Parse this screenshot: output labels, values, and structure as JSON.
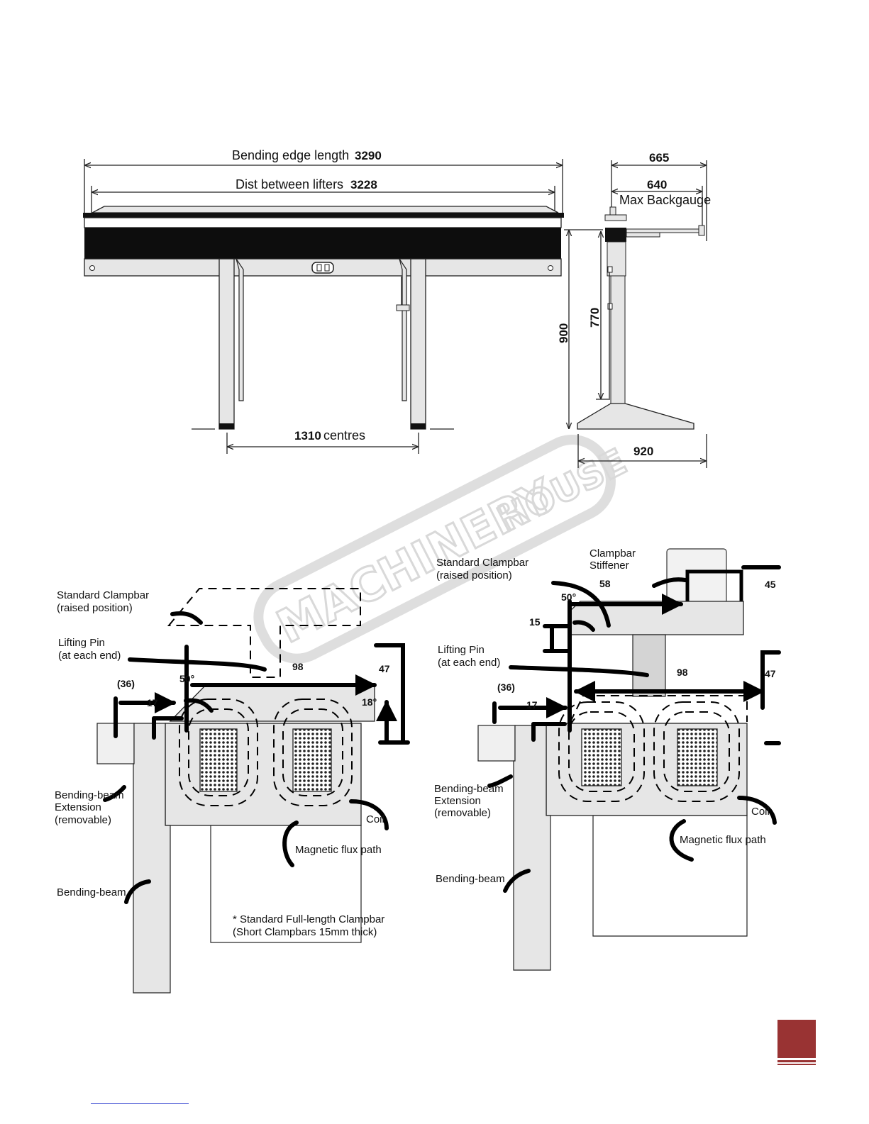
{
  "watermark": {
    "brand_a": "MACHINERY",
    "brand_b": "HOUSE"
  },
  "front_view": {
    "bending_edge_label": "Bending edge length",
    "bending_edge_value": "3290",
    "dist_lifters_label": "Dist between lifters",
    "dist_lifters_value": "3228",
    "centres_value": "1310",
    "centres_label": "centres"
  },
  "side_view": {
    "dim_665": "665",
    "dim_640": "640",
    "max_backgauge": "Max Backgauge",
    "dim_900": "900",
    "dim_770": "770",
    "dim_920": "920"
  },
  "left_section": {
    "standard_clampbar": "Standard Clampbar",
    "raised_position": "(raised position)",
    "lifting_pin": "Lifting Pin",
    "at_each_end": "(at each end)",
    "dim_98": "98",
    "dim_47": "47",
    "dim_36": "(36)",
    "dim_50": "50°",
    "dim_17": "17",
    "dim_18": "18°",
    "beam_ext_1": "Bending-beam",
    "beam_ext_2": "Extension",
    "beam_ext_3": "(removable)",
    "coil": "Coil",
    "flux_path": "Magnetic flux path",
    "bending_beam": "Bending-beam",
    "note_1": "* Standard Full-length Clampbar",
    "note_2": "(Short Clampbars 15mm thick)"
  },
  "right_section": {
    "clampbar_stiffener_1": "Clampbar",
    "clampbar_stiffener_2": "Stiffener",
    "standard_clampbar": "Standard Clampbar",
    "raised_position": "(raised position)",
    "dim_58": "58",
    "dim_45": "45",
    "dim_50": "50°",
    "dim_15": "15",
    "lifting_pin": "Lifting Pin",
    "at_each_end": "(at each end)",
    "dim_98": "98",
    "dim_47": "47",
    "dim_36": "(36)",
    "dim_17": "17",
    "beam_ext_1": "Bending-beam",
    "beam_ext_2": "Extension",
    "beam_ext_3": "(removable)",
    "coil": "Coil",
    "flux_path": "Magnetic flux path",
    "bending_beam": "Bending-beam"
  },
  "colors": {
    "accent": "#993333",
    "link": "#2233cc"
  }
}
